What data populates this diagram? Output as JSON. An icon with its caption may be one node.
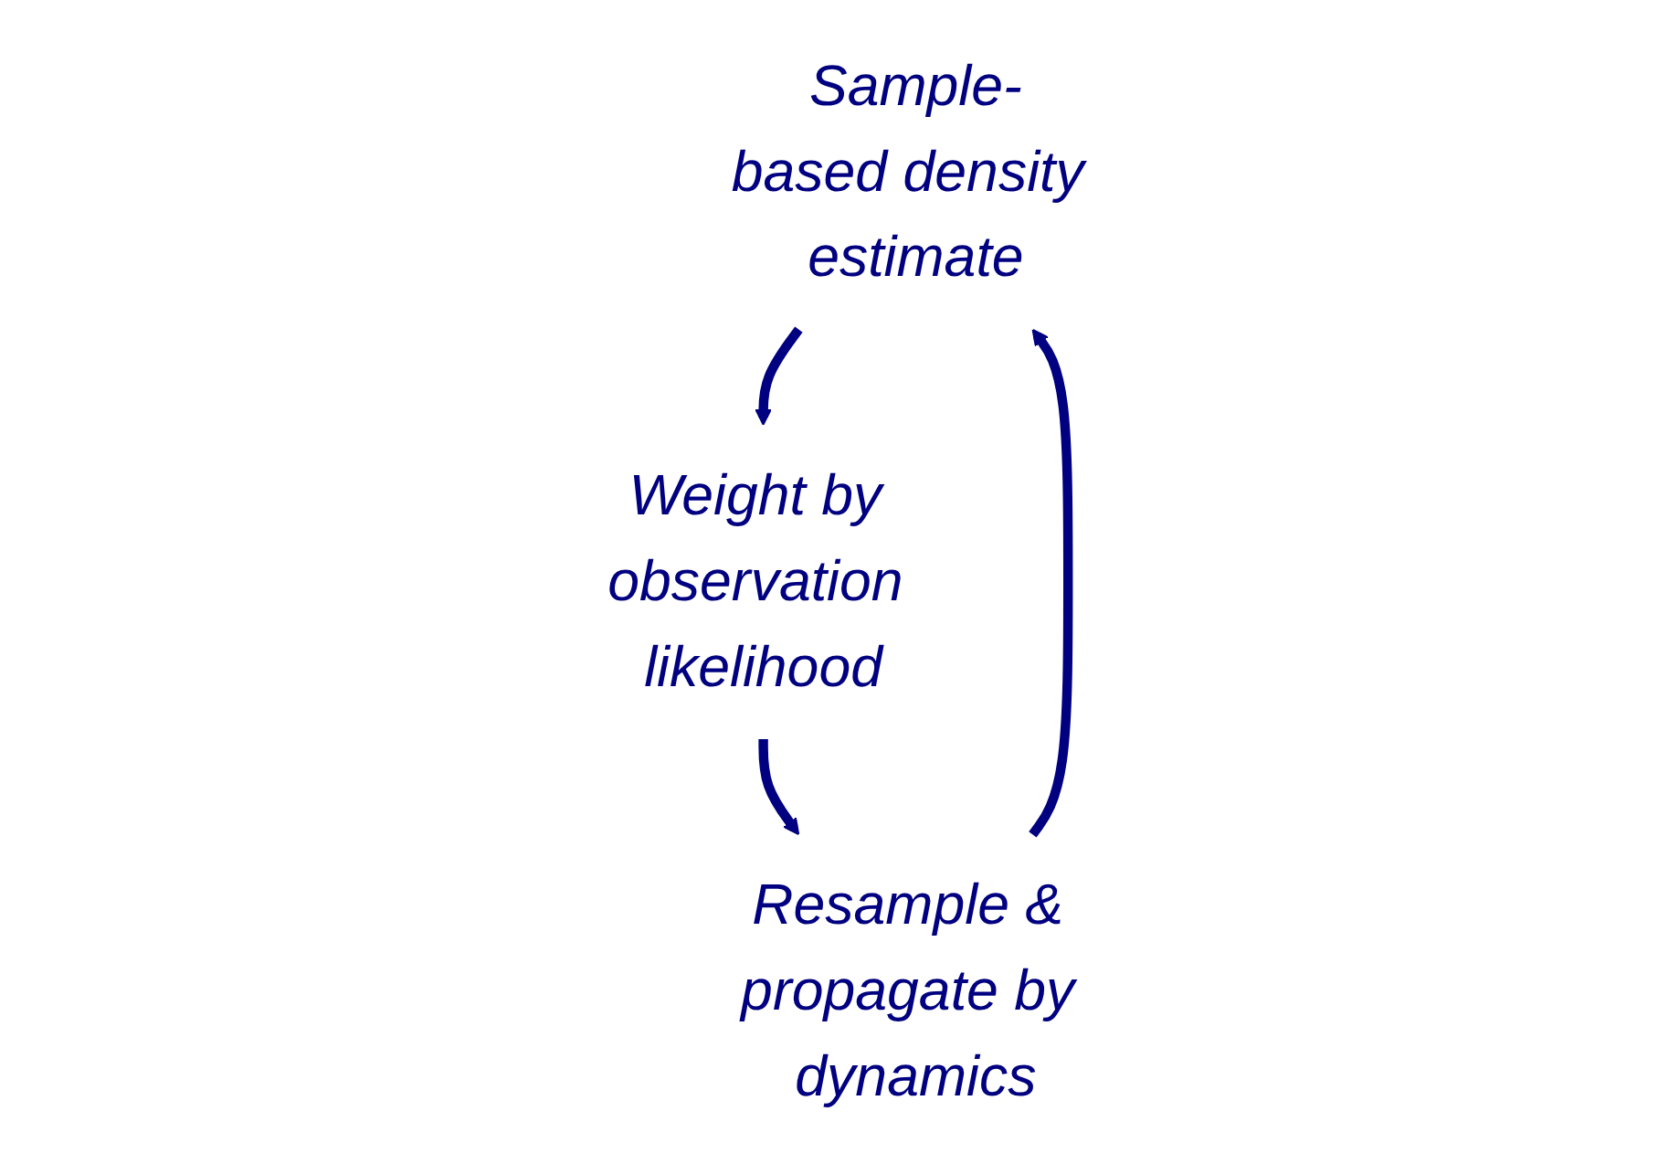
{
  "diagram": {
    "nodes": [
      {
        "text": [
          "Sample-based density estimate"
        ]
      },
      {
        "text": [
          "Weight by observation likelihood"
        ]
      },
      {
        "text": [
          "Resample & propagate by dynamics"
        ]
      }
    ],
    "edges": [
      {
        "from": 0,
        "to": 1,
        "arrow": "to"
      },
      {
        "from": 1,
        "to": 2,
        "arrow": "to"
      },
      {
        "from": 2,
        "to": 0,
        "arrow": "to"
      }
    ]
  }
}
